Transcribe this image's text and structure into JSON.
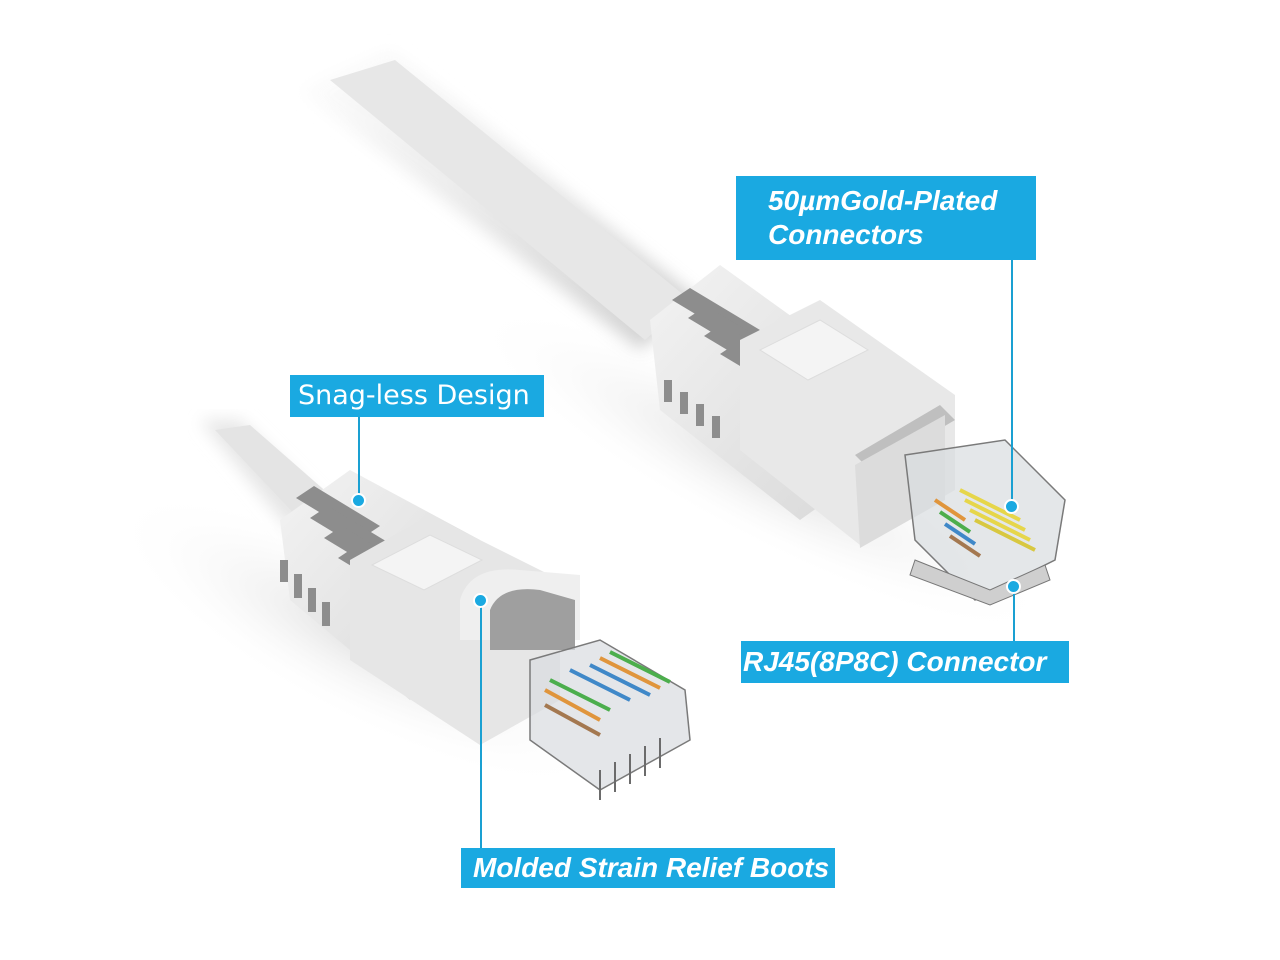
{
  "image": {
    "subject": "White Ethernet patch cable with two RJ45 connectors",
    "background_color": "#ffffff",
    "cable_color": "#e9e9e9",
    "accent_color": "#1aa9e1"
  },
  "callouts": {
    "gold_plated": {
      "line1": "50µmGold-Plated",
      "line2": "Connectors"
    },
    "snagless": {
      "text": "Snag-less Design"
    },
    "rj45": {
      "text": "RJ45(8P8C) Connector"
    },
    "boots": {
      "text": "Molded Strain Relief Boots"
    }
  }
}
